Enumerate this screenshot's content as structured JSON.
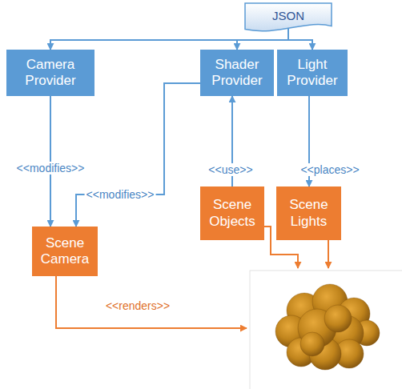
{
  "diagram": {
    "nodes": [
      {
        "text": [
          "JSON"
        ]
      },
      {
        "text": [
          "Camera Provider"
        ]
      },
      {
        "text": [
          "Shader Provider"
        ]
      },
      {
        "text": [
          "Light Provider"
        ]
      },
      {
        "text": [
          "Scene Objects"
        ]
      },
      {
        "text": [
          "Scene Lights"
        ]
      },
      {
        "text": [
          "Scene Camera"
        ]
      }
    ],
    "edges": [
      {
        "from": 0,
        "to": 1,
        "arrow": "to"
      },
      {
        "from": 0,
        "to": 2,
        "arrow": "to"
      },
      {
        "from": 0,
        "to": 3,
        "arrow": "to"
      },
      {
        "from": 1,
        "to": 6,
        "label": "<<modifies>>",
        "arrow": "to"
      },
      {
        "from": 2,
        "to": 6,
        "label": "<<modifies>>",
        "arrow": "to"
      },
      {
        "from": 4,
        "to": 2,
        "label": "<<use>>",
        "arrow": "to"
      },
      {
        "from": 3,
        "to": 5,
        "label": "<<places>>",
        "arrow": "to"
      }
    ],
    "labels": [
      "<<renders>>"
    ]
  }
}
